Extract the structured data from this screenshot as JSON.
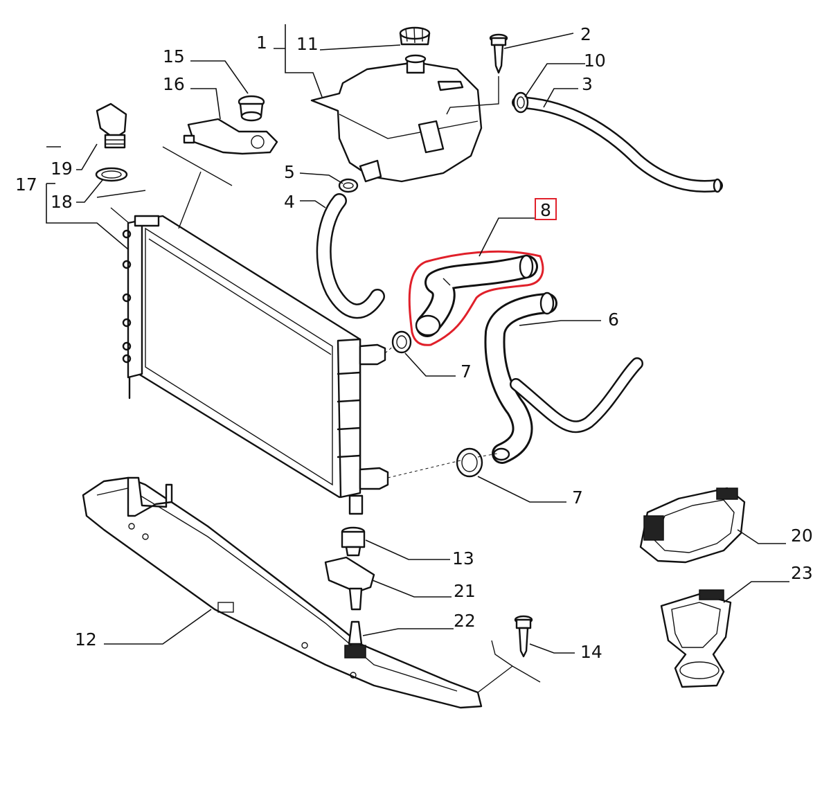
{
  "diagram": {
    "labels": {
      "l1": "1",
      "l2": "2",
      "l3": "3",
      "l4": "4",
      "l5": "5",
      "l6": "6",
      "l7a": "7",
      "l7b": "7",
      "l8": "8",
      "l10": "10",
      "l11": "11",
      "l12": "12",
      "l13": "13",
      "l14": "14",
      "l15": "15",
      "l16": "16",
      "l17": "17",
      "l18": "18",
      "l19": "19",
      "l20": "20",
      "l21": "21",
      "l22": "22",
      "l23": "23"
    },
    "highlight": {
      "part": "8",
      "color": "#e0202a"
    },
    "colors": {
      "line": "#111111",
      "background": "#ffffff"
    }
  }
}
